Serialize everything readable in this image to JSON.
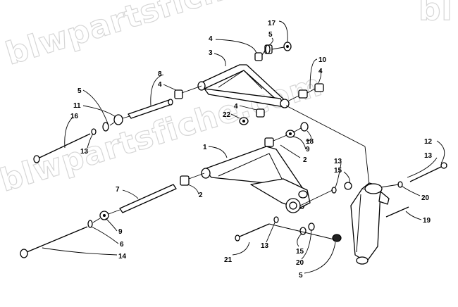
{
  "watermark": {
    "upper": "blwpartsfiche.com",
    "lower": "blwpartsfiche.com",
    "corner": "bl"
  },
  "callouts": {
    "c1": "1",
    "c2a": "2",
    "c2b": "2",
    "c3": "3",
    "c4a": "4",
    "c4b": "4",
    "c4c": "4",
    "c4d": "4",
    "c5a": "5",
    "c5b": "5",
    "c5c": "5",
    "c6": "6",
    "c7": "7",
    "c8": "8",
    "c9a": "9",
    "c9b": "9",
    "c10": "10",
    "c11": "11",
    "c12": "12",
    "c13a": "13",
    "c13b": "13",
    "c13c": "13",
    "c13d": "13",
    "c14": "14",
    "c15a": "15",
    "c15b": "15",
    "c16": "16",
    "c17": "17",
    "c18": "18",
    "c19": "19",
    "c20a": "20",
    "c20b": "20",
    "c21": "21",
    "c22": "22"
  }
}
